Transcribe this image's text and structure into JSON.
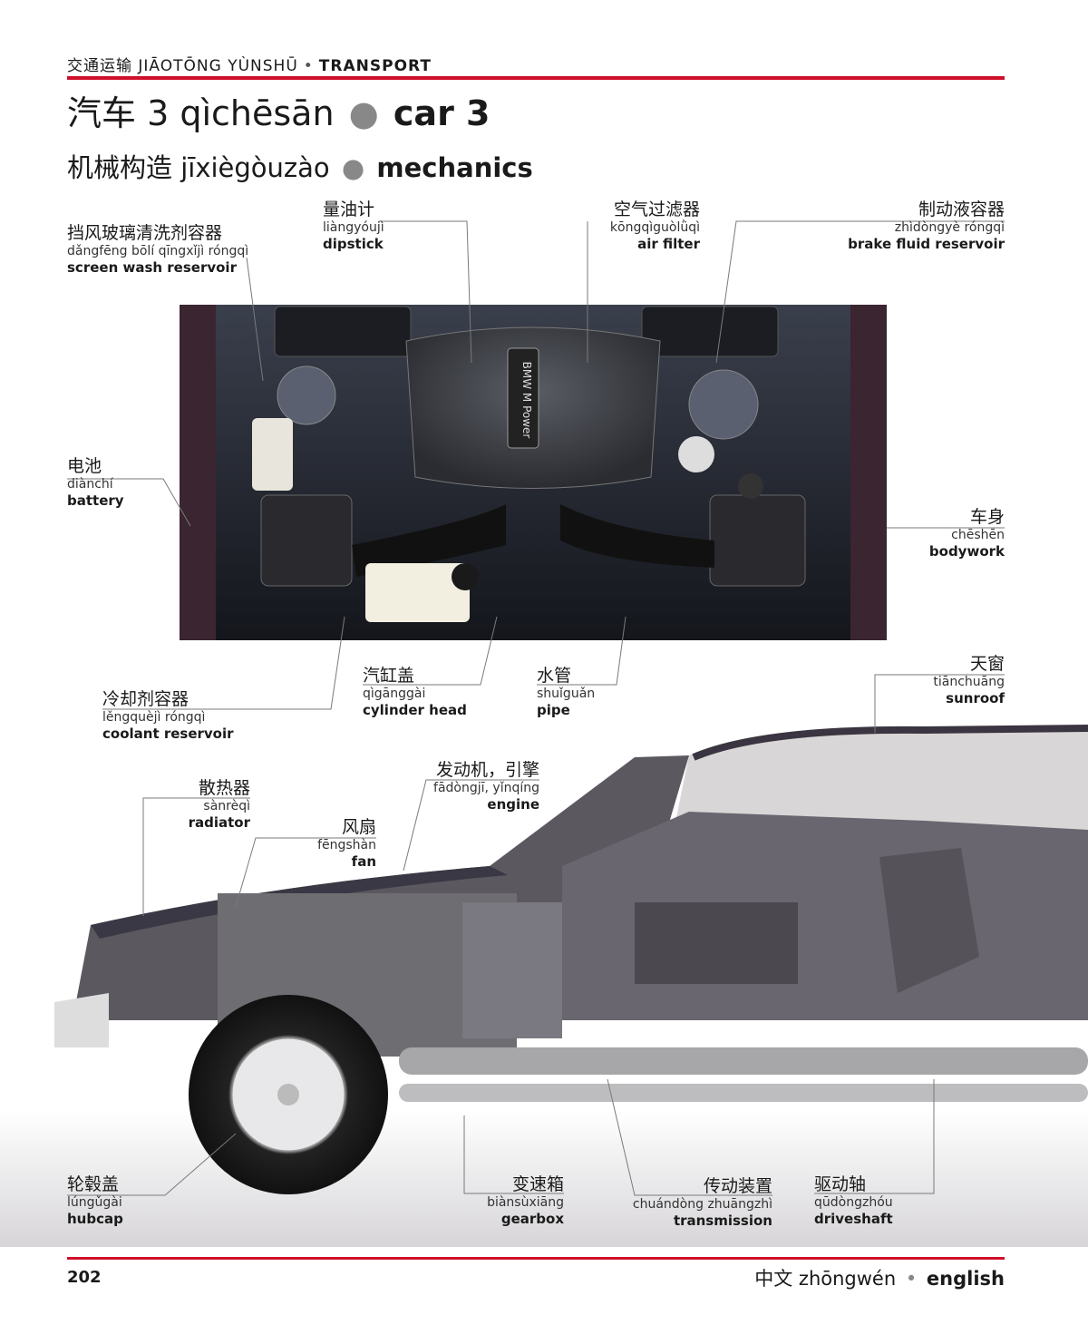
{
  "header": {
    "chinese": "交通运输",
    "pinyin": "JIĀOTŌNG YÙNSHŪ",
    "separator": "•",
    "english": "TRANSPORT"
  },
  "title": {
    "chinese": "汽车 3 qìchēsān",
    "english": "car 3"
  },
  "subtitle": {
    "chinese": "机械构造 jīxiègòuzào",
    "english": "mechanics"
  },
  "labels": {
    "screen_wash": {
      "zh": "挡风玻璃清洗剂容器",
      "py": "dǎngfēng bōlí qīngxǐjì róngqì",
      "en": "screen wash reservoir"
    },
    "dipstick": {
      "zh": "量油计",
      "py": "liàngyóujì",
      "en": "dipstick"
    },
    "air_filter": {
      "zh": "空气过滤器",
      "py": "kōngqìguòlǜqì",
      "en": "air filter"
    },
    "brake_fluid": {
      "zh": "制动液容器",
      "py": "zhìdòngyè róngqì",
      "en": "brake fluid reservoir"
    },
    "battery": {
      "zh": "电池",
      "py": "diànchí",
      "en": "battery"
    },
    "bodywork": {
      "zh": "车身",
      "py": "chēshēn",
      "en": "bodywork"
    },
    "coolant": {
      "zh": "冷却剂容器",
      "py": "lěngquèjì róngqì",
      "en": "coolant reservoir"
    },
    "cylinder_head": {
      "zh": "汽缸盖",
      "py": "qìgānggài",
      "en": "cylinder head"
    },
    "pipe": {
      "zh": "水管",
      "py": "shuǐguǎn",
      "en": "pipe"
    },
    "sunroof": {
      "zh": "天窗",
      "py": "tiānchuāng",
      "en": "sunroof"
    },
    "engine": {
      "zh": "发动机，引擎",
      "py": "fādòngjī, yǐnqíng",
      "en": "engine"
    },
    "radiator": {
      "zh": "散热器",
      "py": "sànrèqì",
      "en": "radiator"
    },
    "fan": {
      "zh": "风扇",
      "py": "fēngshàn",
      "en": "fan"
    },
    "hubcap": {
      "zh": "轮毂盖",
      "py": "lúngǔgài",
      "en": "hubcap"
    },
    "gearbox": {
      "zh": "变速箱",
      "py": "biànsùxiāng",
      "en": "gearbox"
    },
    "transmission": {
      "zh": "传动装置",
      "py": "chuándòng zhuāngzhì",
      "en": "transmission"
    },
    "driveshaft": {
      "zh": "驱动轴",
      "py": "qūdòngzhóu",
      "en": "driveshaft"
    }
  },
  "photo": {
    "engine_badge": "BMW M Power"
  },
  "footer": {
    "page_number": "202",
    "chinese": "中文 zhōngwén",
    "separator": "•",
    "english": "english"
  },
  "colors": {
    "accent": "#d0102a",
    "leader": "#7a7a7a"
  }
}
